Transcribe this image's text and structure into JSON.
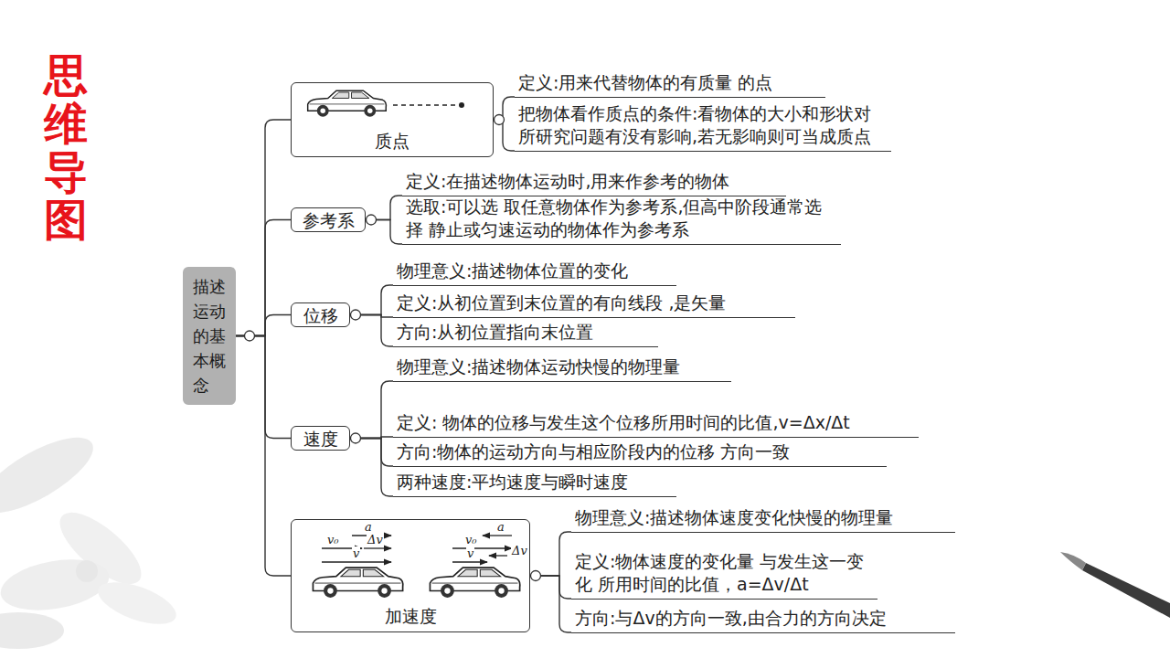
{
  "diagram": {
    "title": "思维导图",
    "nodes": [
      {
        "text": [
          "描述运动的基本概念"
        ]
      },
      {
        "text": [
          "质点"
        ]
      },
      {
        "text": [
          "定义:用来代替物体的有质量 的点"
        ]
      },
      {
        "text": [
          "把物体看作质点的条件:看物体的大小和形状对 所研究问题有没有影响,若无影响则可当成质点"
        ]
      },
      {
        "text": [
          "参考系"
        ]
      },
      {
        "text": [
          "定义:在描述物体运动时,用来作参考的物体"
        ]
      },
      {
        "text": [
          "选取:可以选 取任意物体作为参考系,但高中阶段通常选择 静止或匀速运动的物体作为参考系"
        ]
      },
      {
        "text": [
          "位移"
        ]
      },
      {
        "text": [
          "物理意义:描述物体位置的变化"
        ]
      },
      {
        "text": [
          "定义:从初位置到末位置的有向线段 ,是矢量"
        ]
      },
      {
        "text": [
          "方向:从初位置指向末位置"
        ]
      },
      {
        "text": [
          "速度"
        ]
      },
      {
        "text": [
          "物理意义:描述物体运动快慢的物理量"
        ]
      },
      {
        "text": [
          "定义: 物体的位移与发生这个位移所用时间的比值,v=Δx/Δt"
        ]
      },
      {
        "text": [
          "方向:物体的运动方向与相应阶段内的位移 方向一致"
        ]
      },
      {
        "text": [
          "两种速度:平均速度与瞬时速度"
        ]
      },
      {
        "text": [
          "加速度"
        ]
      },
      {
        "text": [
          "物理意义:描述物体速度变化快慢的物理量"
        ]
      },
      {
        "text": [
          "定义:物体速度的变化量 与发生这一变化 所用时间的比值，a=Δv/Δt"
        ]
      },
      {
        "text": [
          "方向:与Δv的方向一致,由合力的方向决定"
        ]
      }
    ],
    "edges": [
      {
        "from": 0,
        "to": 1,
        "arrow": "none"
      },
      {
        "from": 0,
        "to": 4,
        "arrow": "none"
      },
      {
        "from": 0,
        "to": 7,
        "arrow": "none"
      },
      {
        "from": 0,
        "to": 11,
        "arrow": "none"
      },
      {
        "from": 0,
        "to": 16,
        "arrow": "none"
      },
      {
        "from": 1,
        "to": 2,
        "arrow": "none"
      },
      {
        "from": 1,
        "to": 3,
        "arrow": "none"
      },
      {
        "from": 4,
        "to": 5,
        "arrow": "none"
      },
      {
        "from": 4,
        "to": 6,
        "arrow": "none"
      },
      {
        "from": 7,
        "to": 8,
        "arrow": "none"
      },
      {
        "from": 7,
        "to": 9,
        "arrow": "none"
      },
      {
        "from": 7,
        "to": 10,
        "arrow": "none"
      },
      {
        "from": 11,
        "to": 12,
        "arrow": "none"
      },
      {
        "from": 11,
        "to": 13,
        "arrow": "none"
      },
      {
        "from": 11,
        "to": 14,
        "arrow": "none"
      },
      {
        "from": 11,
        "to": 15,
        "arrow": "none"
      },
      {
        "from": 16,
        "to": 17,
        "arrow": "none"
      },
      {
        "from": 16,
        "to": 18,
        "arrow": "none"
      },
      {
        "from": 16,
        "to": 19,
        "arrow": "none"
      }
    ],
    "labels": [
      "a",
      "v₀",
      "Δv",
      "v",
      "v₀",
      "a",
      "v",
      "Δv"
    ]
  }
}
